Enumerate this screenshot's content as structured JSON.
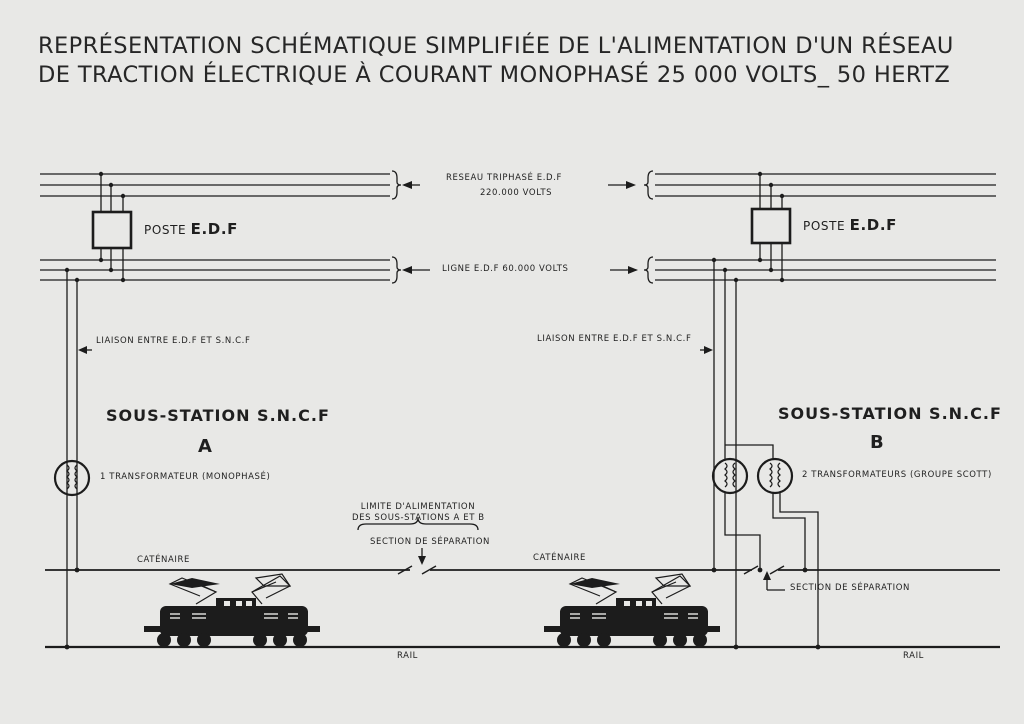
{
  "title": {
    "line1": "REPRÉSENTATION SCHÉMATIQUE SIMPLIFIÉE DE L'ALIMENTATION D'UN RÉSEAU",
    "line2": "DE TRACTION ÉLECTRIQUE À COURANT MONOPHASÉ 25 000 VOLTS_ 50 HERTZ"
  },
  "labels": {
    "reseau_triphase": "RESEAU TRIPHASÉ E.D.F",
    "reseau_volts": "220.000 VOLTS",
    "ligne_edf": "LIGNE E.D.F 60.000 VOLTS",
    "poste_a_prefix": "POSTE",
    "poste_a_name": "E.D.F",
    "poste_b_prefix": "POSTE",
    "poste_b_name": "E.D.F",
    "liaison_a": "LIAISON ENTRE E.D.F ET S.N.C.F",
    "liaison_b": "LIAISON ENTRE E.D.F ET S.N.C.F",
    "sous_station_a": "SOUS-STATION S.N.C.F",
    "sous_station_a_letter": "A",
    "sous_station_b": "SOUS-STATION S.N.C.F",
    "sous_station_b_letter": "B",
    "transfo_a": "1 TRANSFORMATEUR (MONOPHASÉ)",
    "transfo_b": "2 TRANSFORMATEURS (GROUPE SCOTT)",
    "limite_line1": "LIMITE D'ALIMENTATION",
    "limite_line2": "DES SOUS-STATIONS A ET B",
    "section_sep_mid": "SECTION DE SÉPARATION",
    "section_sep_right": "SECTION DE SÉPARATION",
    "catenaire_left": "CATÉNAIRE",
    "catenaire_mid": "CATÉNAIRE",
    "rail_mid": "RAIL",
    "rail_right": "RAIL"
  },
  "colors": {
    "paper": "#e8e8e6",
    "ink": "#1a1a1a"
  }
}
